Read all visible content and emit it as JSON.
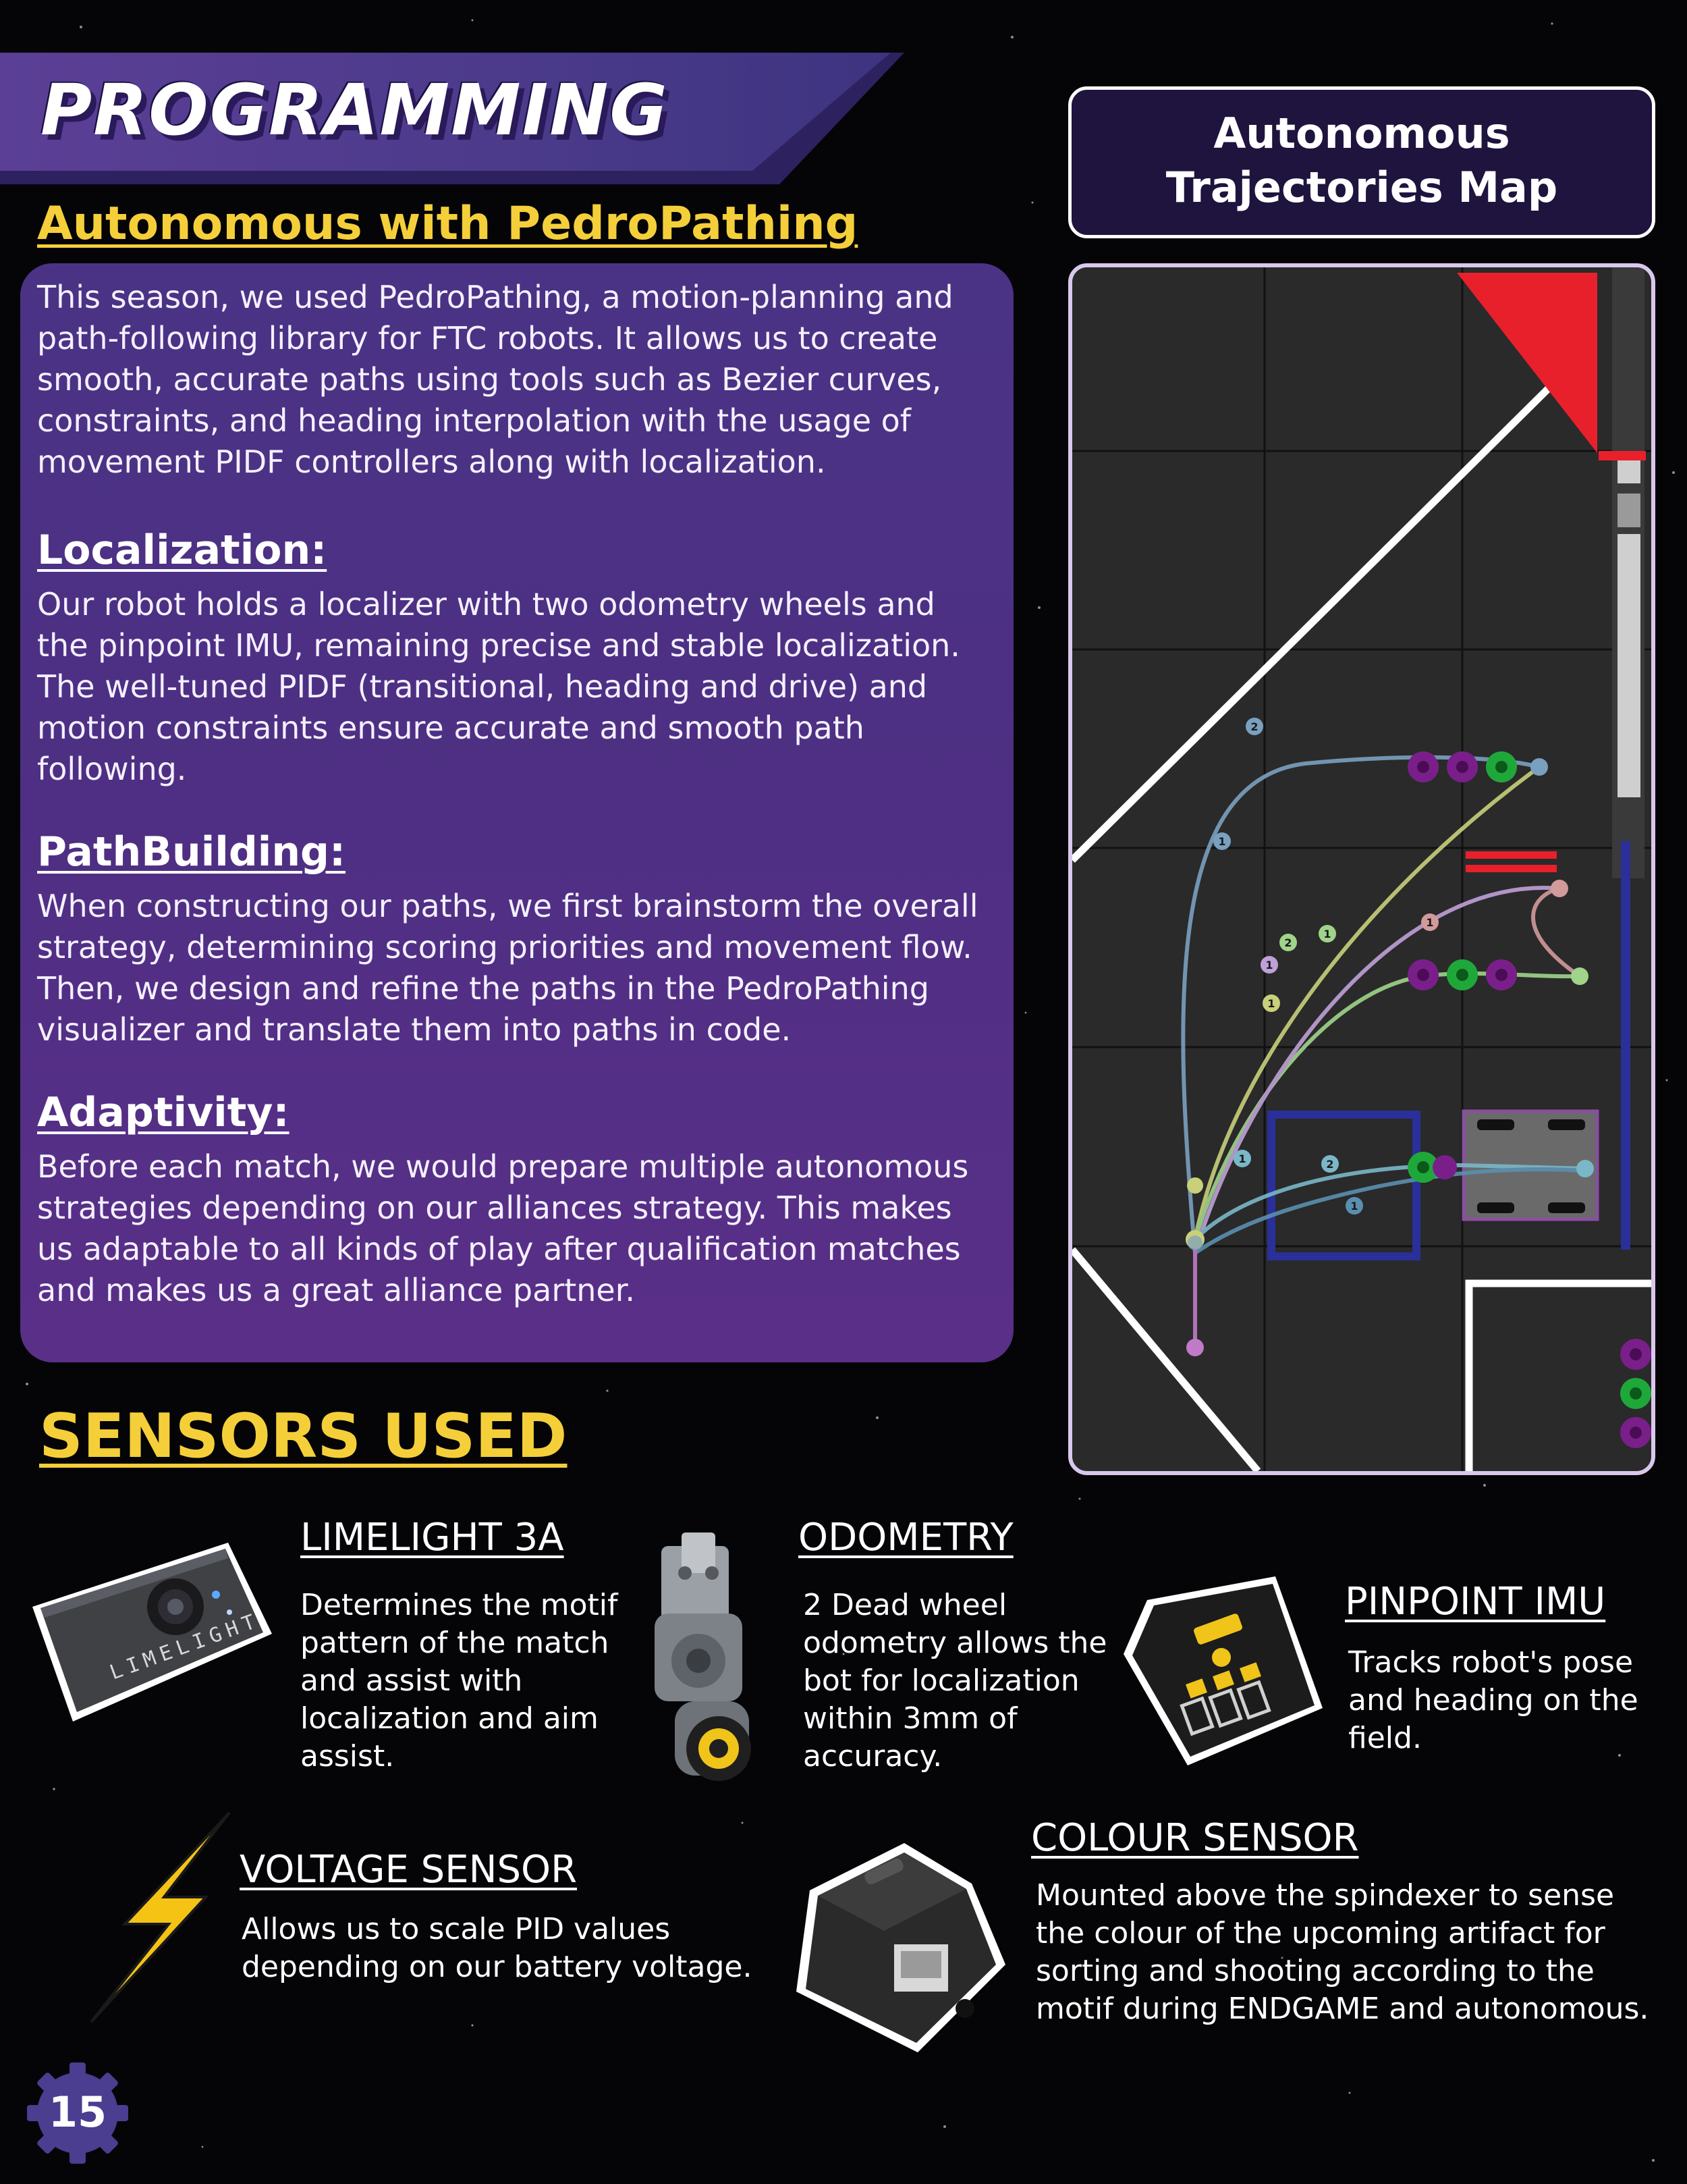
{
  "header": {
    "title": "PROGRAMMING",
    "section_title": "Autonomous with PedroPathing"
  },
  "intro": {
    "text": "This season, we used PedroPathing, a motion-planning and path-following library for FTC robots. It allows us to create smooth, accurate paths using tools such as Bezier curves, constraints, and heading interpolation with the usage of movement PIDF controllers along with localization."
  },
  "localization": {
    "heading": "Localization:",
    "text": "Our robot holds a localizer with two odometry wheels and the pinpoint IMU, remaining precise and stable localization. The well-tuned PIDF (transitional, heading and drive) and motion constraints ensure accurate and smooth path following."
  },
  "pathbuilding": {
    "heading": "PathBuilding:",
    "text": "When constructing our paths, we first brainstorm the overall strategy, determining scoring priorities and movement flow. Then, we design and refine the paths in the PedroPathing visualizer and translate them into paths in code."
  },
  "adaptivity": {
    "heading": "Adaptivity:",
    "text": "Before each match, we would prepare multiple autonomous strategies depending on our alliances strategy. This makes us adaptable to all kinds of play after qualification matches and makes us a great alliance partner."
  },
  "map": {
    "title_line1": "Autonomous",
    "title_line2": "Trajectories Map",
    "path_labels": [
      "2",
      "1",
      "2",
      "1",
      "1",
      "1",
      "1",
      "1",
      "2",
      "1"
    ]
  },
  "sensors": {
    "title": "SENSORS USED",
    "limelight": {
      "heading": "LIMELIGHT 3A",
      "text": "Determines the motif pattern of the match and assist with localization and aim assist.",
      "logo_text": "LIMELIGHT"
    },
    "odometry": {
      "heading": "ODOMETRY",
      "text": "2 Dead wheel odometry allows the bot for localization within 3mm of accuracy."
    },
    "pinpoint": {
      "heading": "PINPOINT IMU",
      "text": "Tracks robot's pose and heading on the field."
    },
    "voltage": {
      "heading": "VOLTAGE SENSOR",
      "text": "Allows us to scale PID values depending on our battery voltage."
    },
    "colour": {
      "heading": "COLOUR SENSOR",
      "text": "Mounted above the spindexer to sense the colour of the upcoming artifact for sorting and shooting according to the motif during ENDGAME and autonomous."
    }
  },
  "page": {
    "number": "15"
  },
  "colors": {
    "accent_yellow": "#f5cf3a",
    "purple_box": "#4e2f83",
    "banner_purple": "#5b3f96",
    "map_red": "#e8202c",
    "map_blue": "#2b2f9a",
    "artifact_purple": "#7a1f8a",
    "artifact_green": "#1fa83a"
  }
}
